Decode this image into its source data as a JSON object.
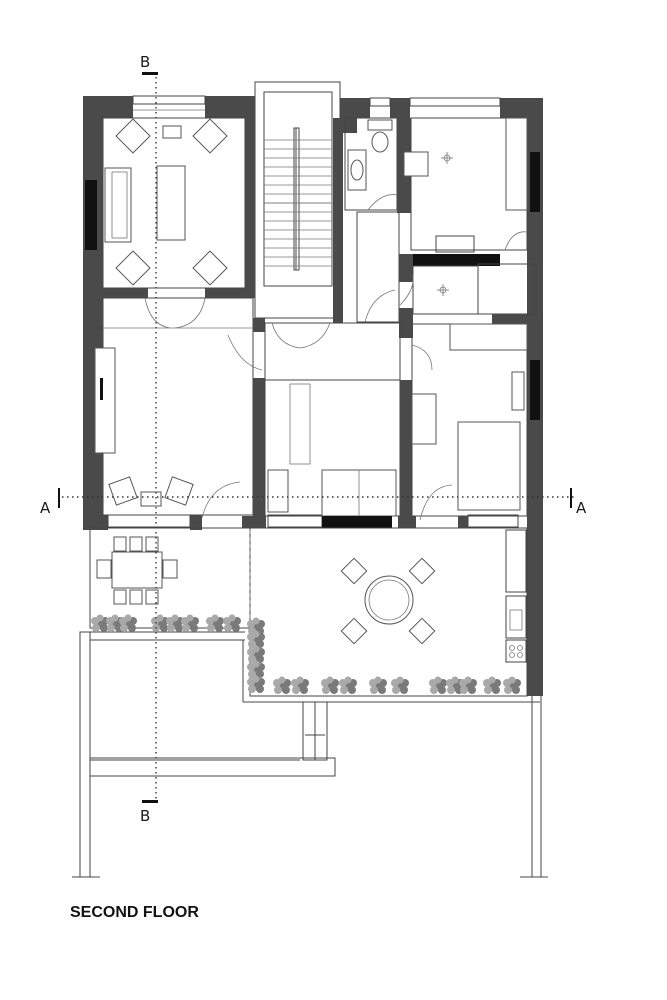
{
  "title": "SECOND FLOOR",
  "section_markers": {
    "a_left": "A",
    "a_right": "A",
    "b_top": "B",
    "b_bottom": "B"
  },
  "colors": {
    "wall": "#4a4a4a",
    "line": "#444444",
    "background": "#ffffff"
  }
}
